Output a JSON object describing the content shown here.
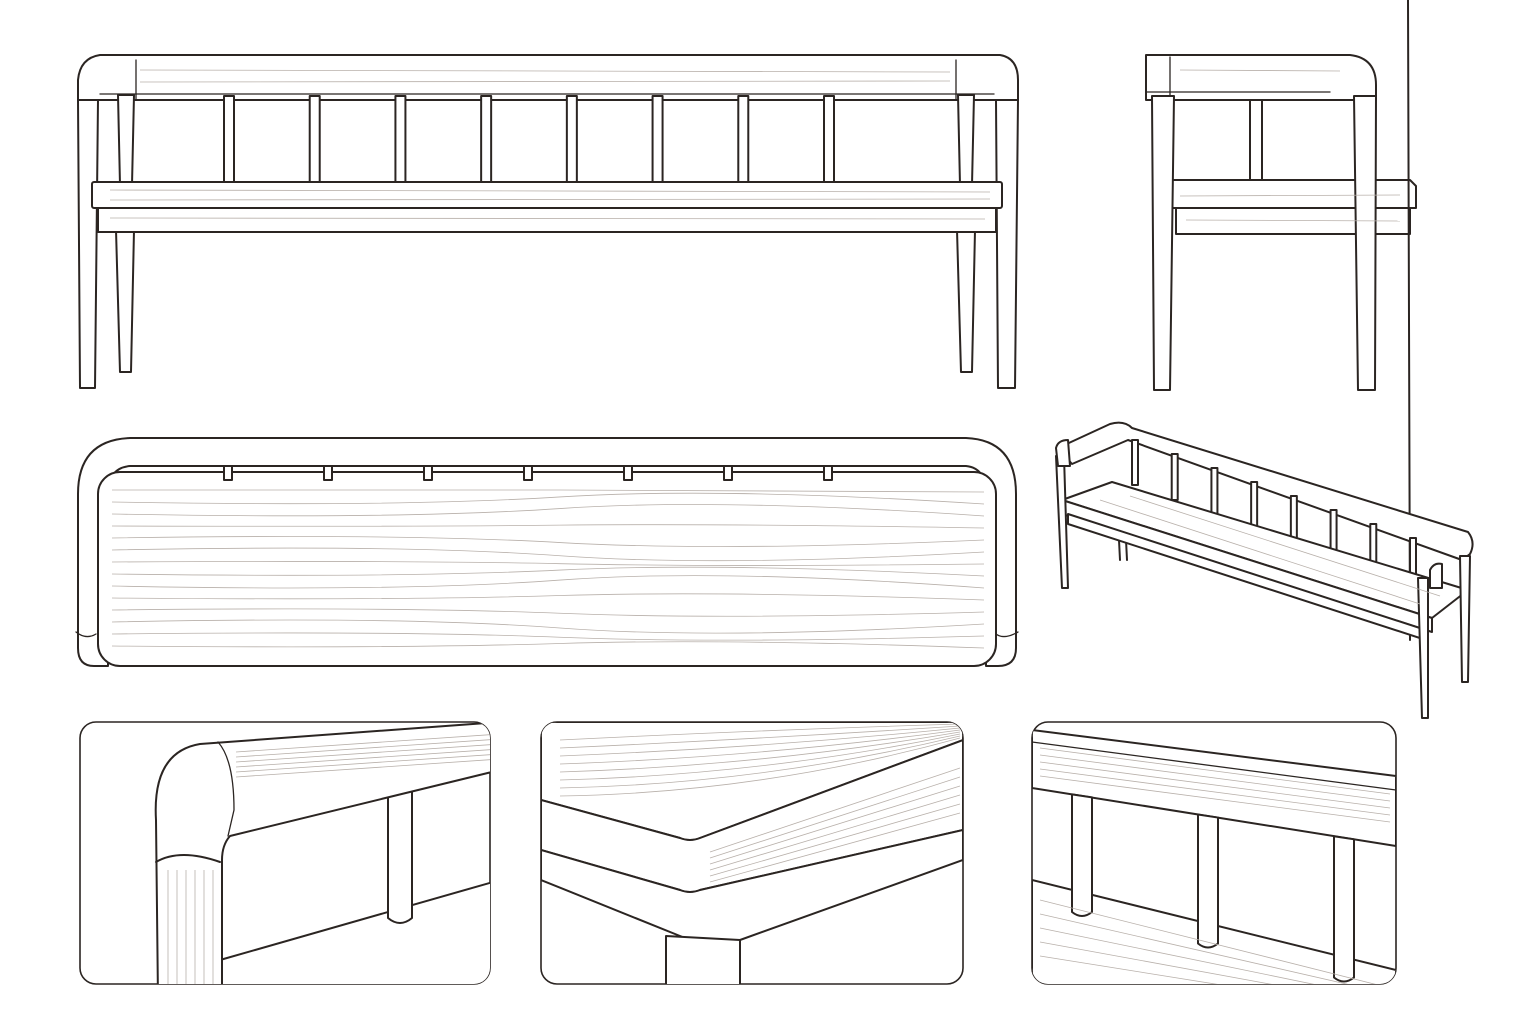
{
  "sheet": {
    "ink_color": "#2b2522",
    "grain_color": "#b8b0aa",
    "paper_color": "#ffffff"
  },
  "views": {
    "front": {
      "spindles": 8
    },
    "top": {
      "spindles": 7
    },
    "perspective": {
      "spindles": 8
    },
    "detail_spindles": {
      "spindles": 3
    }
  }
}
